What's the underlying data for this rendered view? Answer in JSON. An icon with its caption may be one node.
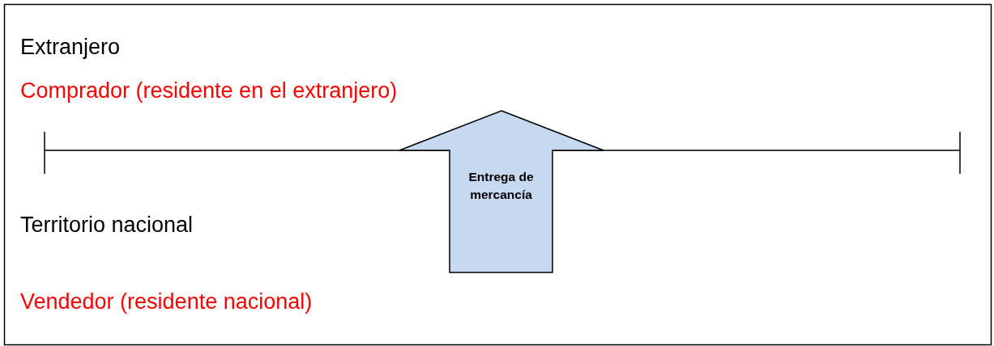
{
  "diagram": {
    "nodes": [
      {
        "text": [
          "Entrega de mercancía"
        ]
      }
    ],
    "labels": [
      "Extranjero",
      "Comprador (residente en el extranjero)",
      "Territorio nacional",
      "Vendedor (residente nacional)"
    ]
  }
}
